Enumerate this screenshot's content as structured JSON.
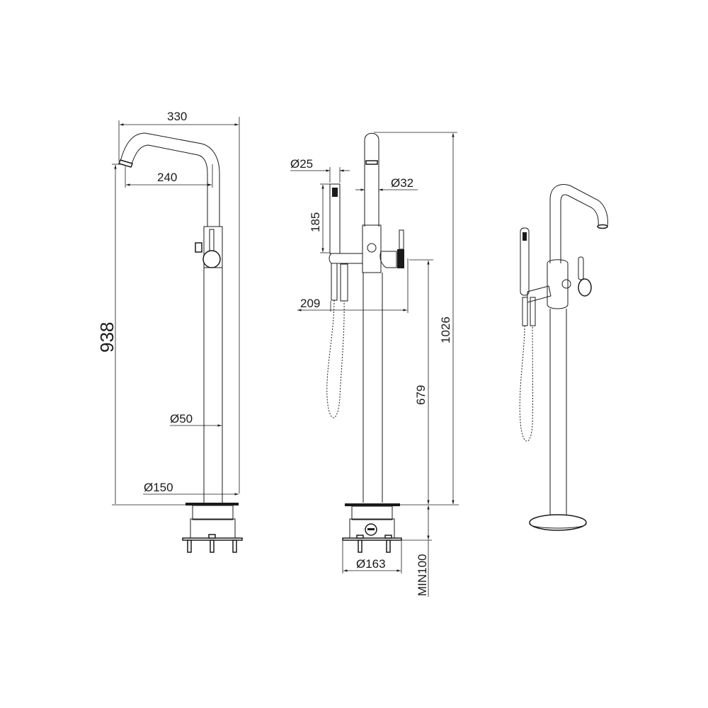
{
  "drawing": {
    "side_view": {
      "width_overall": "330",
      "spout_reach": "240",
      "height_overall": "938",
      "pipe_diameter": "Ø50",
      "base_diameter": "Ø150"
    },
    "front_view": {
      "handshower_diameter": "Ø25",
      "spout_diameter": "Ø32",
      "handshower_length": "185",
      "handshower_offset": "209",
      "mixer_height": "679",
      "height_overall": "1026",
      "box_diameter": "Ø163",
      "min_depth": "MIN100"
    }
  }
}
